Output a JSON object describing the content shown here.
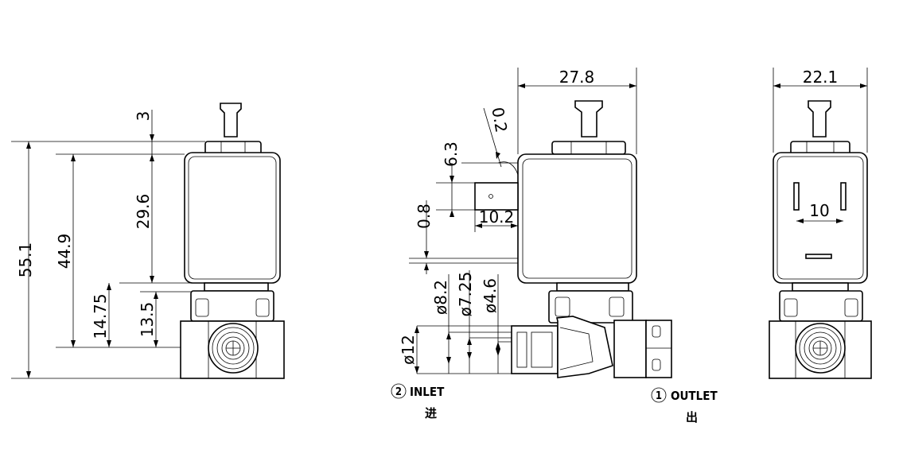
{
  "side_view": {
    "overall_height": "55.1",
    "body_height": "44.9",
    "coil_height": "29.6",
    "top_offset": "3",
    "lower_height": "14.75",
    "base_height": "13.5"
  },
  "front_view": {
    "overall_width": "27.8",
    "gap": "0.2",
    "terminal_height": "6.3",
    "terminal_width": "10.2",
    "plate_thickness": "0.8",
    "dia_outer": "ø8.2",
    "dia_mid": "ø7.25",
    "dia_inner": "ø4.6",
    "dia_port": "ø12",
    "inlet_number": "2",
    "inlet_label": "INLET",
    "inlet_cn": "进",
    "outlet_number": "1",
    "outlet_label": "OUTLET",
    "outlet_cn": "出"
  },
  "end_view": {
    "overall_width": "22.1",
    "pin_spacing": "10"
  }
}
